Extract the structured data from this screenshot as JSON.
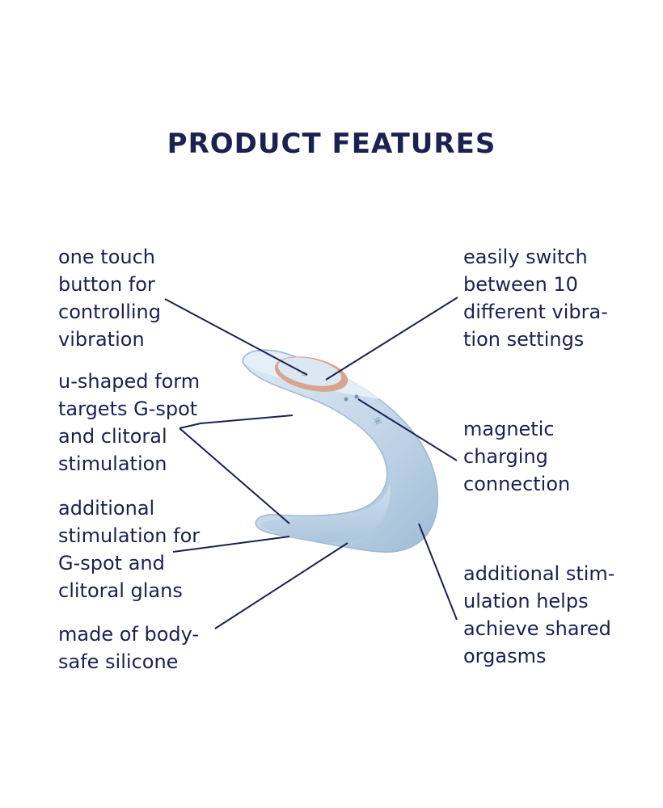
{
  "title": "PRODUCT FEATURES",
  "features": {
    "one_touch": [
      "one touch",
      "button for",
      "controlling",
      "vibration"
    ],
    "u_shaped": [
      "u-shaped form",
      "targets G-spot",
      "and clitoral",
      "stimulation"
    ],
    "additional_gspot": [
      "additional",
      "stimulation for",
      "G-spot and",
      "clitoral glans"
    ],
    "silicone": [
      "made of body-",
      "safe  silicone"
    ],
    "vibration_settings": [
      "easily switch",
      "between 10",
      "different vibra-",
      "tion settings"
    ],
    "magnetic": [
      "magnetic",
      "charging",
      "connection"
    ],
    "shared": [
      "additional stim-",
      "ulation helps",
      "achieve shared",
      "orgasms"
    ]
  },
  "colors": {
    "text": "#1b2150",
    "product": "#c5d8ea",
    "product_shadow": "#8fb0cc",
    "button_ring": "#d9a48c"
  }
}
